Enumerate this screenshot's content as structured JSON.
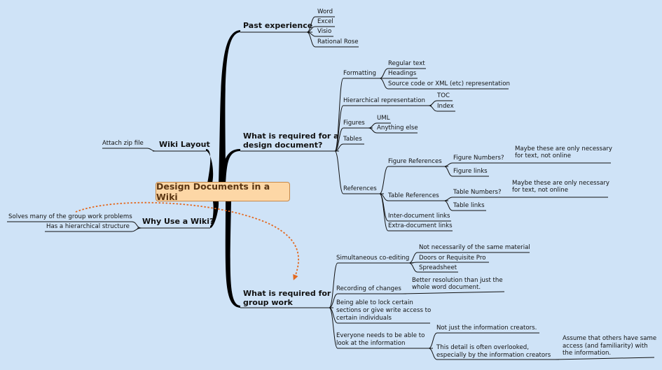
{
  "central": "Design Documents in a Wiki",
  "branches": {
    "past_experience": {
      "label": "Past experience",
      "items": [
        "Word",
        "Excel",
        "Visio",
        "Rational Rose"
      ]
    },
    "required_design": {
      "label_line1": "What is required for a",
      "label_line2": "design document?",
      "formatting": {
        "label": "Formatting",
        "items": [
          "Regular text",
          "Headings",
          "Source code or XML (etc) representation"
        ]
      },
      "hierarchical": {
        "label": "Hierarchical representation",
        "items": [
          "TOC",
          "Index"
        ]
      },
      "figures": {
        "label": "Figures",
        "items": [
          "UML",
          "Anything else"
        ]
      },
      "tables": "Tables",
      "references": {
        "label": "References",
        "figure_references": "Figure References",
        "figure_numbers": "Figure Numbers?",
        "figure_note_line1": "Maybe these are only necessary",
        "figure_note_line2": "for text, not online",
        "figure_links": "Figure links",
        "table_references": "Table References",
        "table_numbers": "Table Numbers?",
        "table_note_line1": "Maybe these are only necessary",
        "table_note_line2": "for text, not online",
        "table_links": "Table links",
        "inter_document": "Inter-document links",
        "extra_document": "Extra-document links"
      }
    },
    "wiki_layout": {
      "label": "Wiki Layout",
      "items": [
        "Attach zip file"
      ]
    },
    "why_wiki": {
      "label": "Why Use a Wiki?",
      "items": [
        "Solves many of the group work problems",
        "Has a hierarchical structure"
      ]
    },
    "group_work": {
      "label_line1": "What is required for",
      "label_line2": "group work",
      "coediting": {
        "label": "Simultaneous co-editing",
        "items": [
          "Not necessarily of the same material",
          "Doors or Requisite Pro",
          "Spreadsheet"
        ]
      },
      "recording": {
        "label": "Recording of changes",
        "note_line1": "Better resolution than just the",
        "note_line2": "whole word document."
      },
      "locking": {
        "line1": "Being able to lock certain",
        "line2": "sections or give write access to",
        "line3": "certain individuals"
      },
      "everyone": {
        "line1": "Everyone needs to be able to",
        "line2": "look at the information",
        "not_just": "Not just the information creators.",
        "detail_line1": "This detail is often overlooked,",
        "detail_line2": "especially by the information creators",
        "assume_line1": "Assume that others have same",
        "assume_line2": "access (and familiarity) with",
        "assume_line3": "the information."
      }
    }
  },
  "colors": {
    "background": "#cfe3f7",
    "central_fill": "#fdd7a6",
    "central_border": "#c7894a",
    "line": "#111111",
    "relationship_arrow": "#e36a21"
  }
}
